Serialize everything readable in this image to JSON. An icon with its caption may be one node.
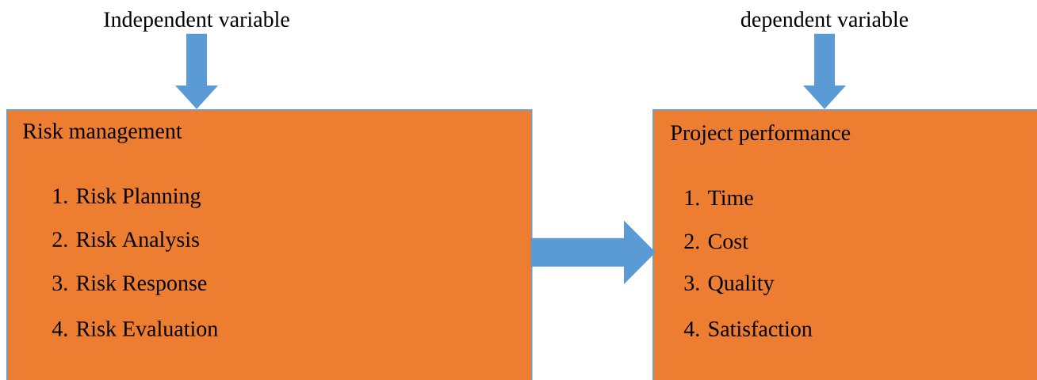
{
  "diagram": {
    "nodes": [
      {
        "text": [
          "Independent variable"
        ]
      },
      {
        "text": [
          "Risk management",
          "1. Risk Planning",
          "2. Risk Analysis",
          "3. Risk Response",
          "4. Risk Evaluation"
        ]
      },
      {
        "text": [
          "dependent variable"
        ]
      },
      {
        "text": [
          "Project performance",
          "1. Time",
          "2. Cost",
          "3. Quality",
          "4. Satisfaction"
        ]
      }
    ],
    "edges": [
      {
        "from": 0,
        "to": 1,
        "arrow": "to"
      },
      {
        "from": 1,
        "to": 3,
        "arrow": "to"
      },
      {
        "from": 2,
        "to": 3,
        "arrow": "to"
      }
    ]
  }
}
